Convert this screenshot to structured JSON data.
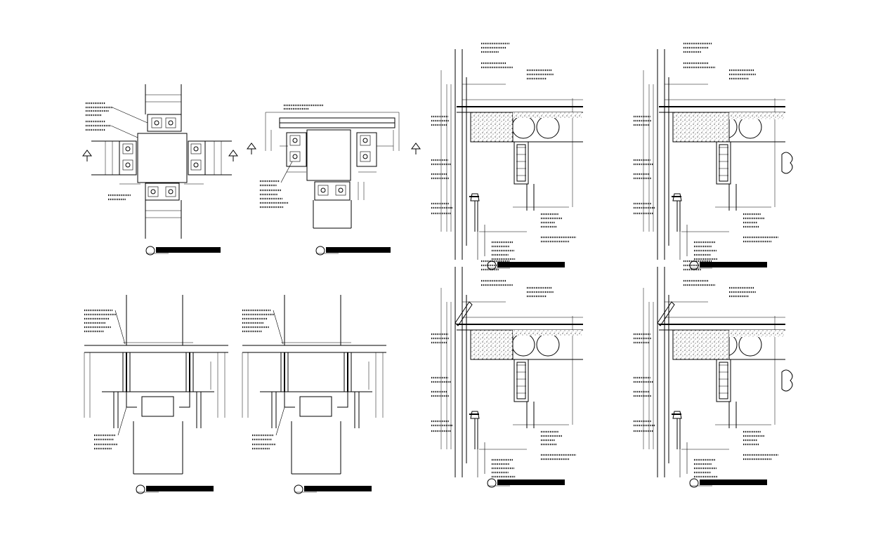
{
  "drawing": {
    "background": "#ffffff",
    "line_color": "#000000",
    "details": [
      {
        "id": "col-plan-a",
        "kind": "column plan with four anchor-plate groups"
      },
      {
        "id": "col-plan-b",
        "kind": "edge column plan with beam"
      },
      {
        "id": "section-1",
        "kind": "slab / beam connection section"
      },
      {
        "id": "section-2",
        "kind": "slab / beam connection section"
      },
      {
        "id": "wall-detail-a",
        "kind": "wall opening detail"
      },
      {
        "id": "wall-detail-b",
        "kind": "wall opening detail"
      },
      {
        "id": "section-3",
        "kind": "slab / beam connection section"
      },
      {
        "id": "section-4",
        "kind": "slab / beam connection section"
      }
    ]
  }
}
